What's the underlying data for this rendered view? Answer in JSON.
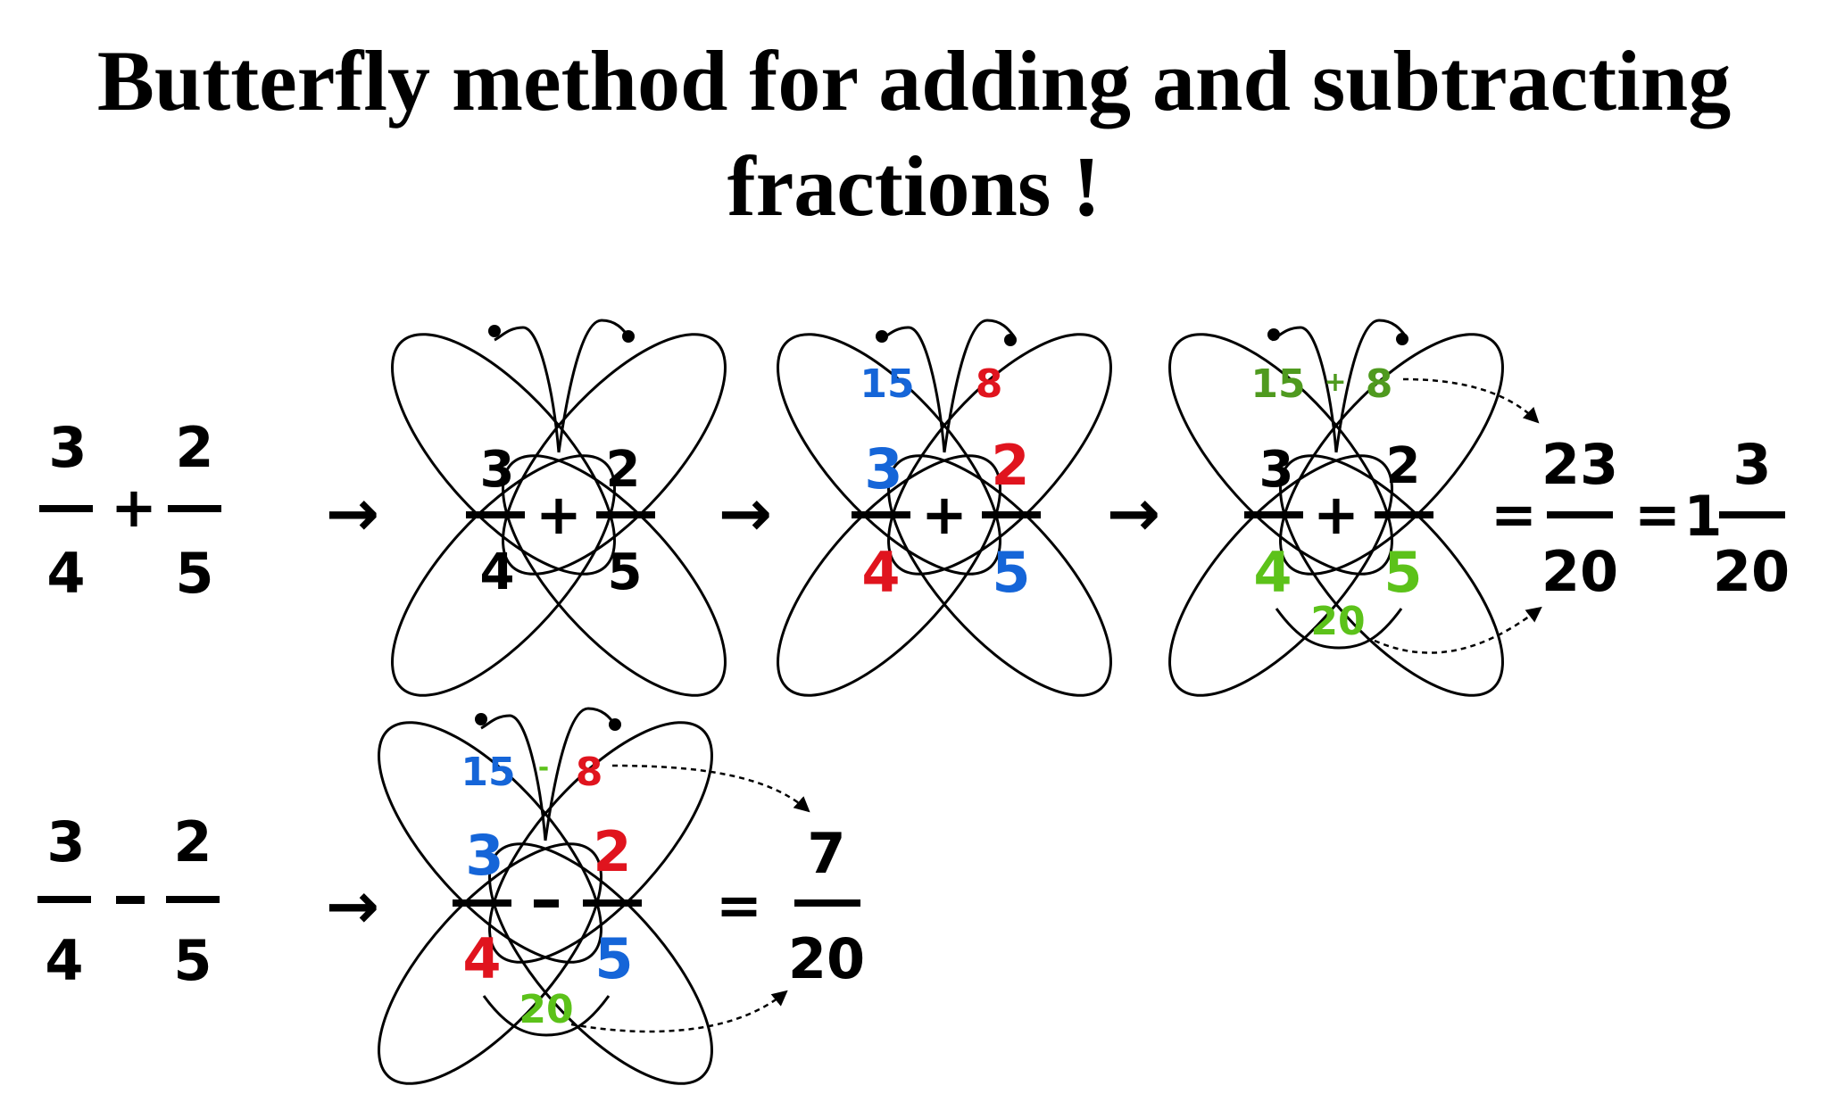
{
  "title": {
    "line1": "Butterfly method for adding and subtracting",
    "line2": "fractions !"
  },
  "colors": {
    "black": "#000000",
    "blue": "#1565d8",
    "red": "#e0141e",
    "green": "#5cc21a",
    "darkgreen": "#4f9a1f"
  },
  "add": {
    "problem": {
      "n1": "3",
      "d1": "4",
      "op": "+",
      "n2": "2",
      "d2": "5"
    },
    "arrow": "→",
    "step1": {
      "n1": "3",
      "d1": "4",
      "op": "+",
      "n2": "2",
      "d2": "5"
    },
    "step2": {
      "n1": "3",
      "d1": "4",
      "op": "+",
      "n2": "2",
      "d2": "5",
      "top_left": "15",
      "top_right": "8"
    },
    "step3": {
      "n1": "3",
      "d1": "4",
      "op": "+",
      "n2": "2",
      "d2": "5",
      "top_left": "15",
      "top_op": "+",
      "top_right": "8",
      "bottom": "20"
    },
    "eq1": "=",
    "result": {
      "num": "23",
      "den": "20"
    },
    "eq2": "=",
    "mixed": {
      "whole": "1",
      "num": "3",
      "den": "20"
    }
  },
  "sub": {
    "problem": {
      "n1": "3",
      "d1": "4",
      "op": "-",
      "n2": "2",
      "d2": "5"
    },
    "arrow": "→",
    "step": {
      "n1": "3",
      "d1": "4",
      "op": "-",
      "n2": "2",
      "d2": "5",
      "top_left": "15",
      "top_op": "-",
      "top_right": "8",
      "bottom": "20"
    },
    "eq": "=",
    "result": {
      "num": "7",
      "den": "20"
    }
  }
}
